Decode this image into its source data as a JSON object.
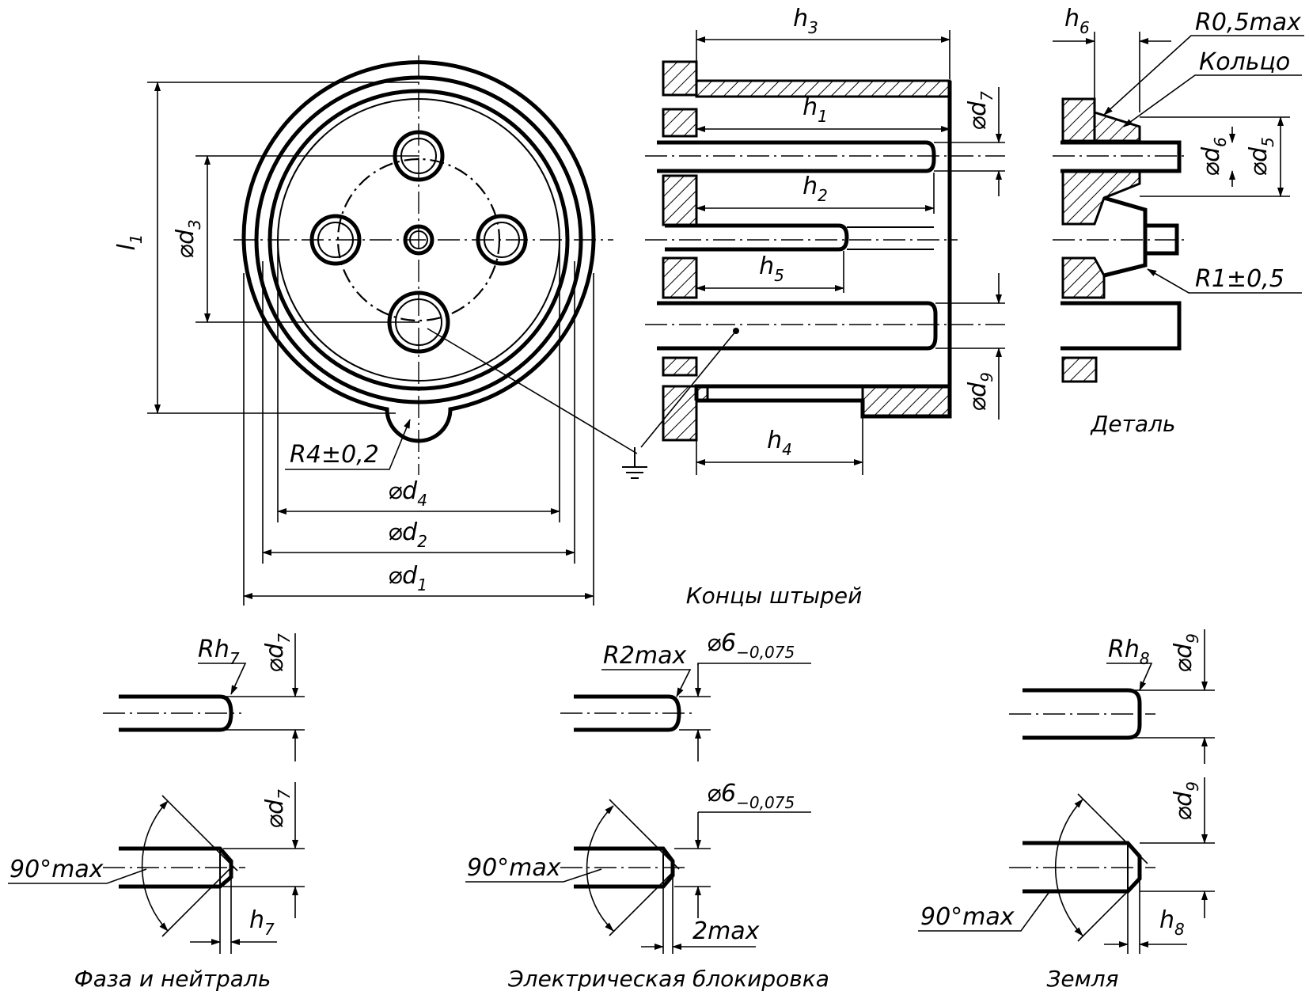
{
  "labels": {
    "h1": "h",
    "h1_sub": "1",
    "h2": "h",
    "h2_sub": "2",
    "h3": "h",
    "h3_sub": "3",
    "h4": "h",
    "h4_sub": "4",
    "h5": "h",
    "h5_sub": "5",
    "h6": "h",
    "h6_sub": "6",
    "h7": "h",
    "h7_sub": "7",
    "h8": "h",
    "h8_sub": "8",
    "l1": "l",
    "l1_sub": "1",
    "d1": "⌀d",
    "d1_sub": "1",
    "d2": "⌀d",
    "d2_sub": "2",
    "d3": "⌀d",
    "d3_sub": "3",
    "d4": "⌀d",
    "d4_sub": "4",
    "d5": "⌀d",
    "d5_sub": "5",
    "d6": "⌀d",
    "d6_sub": "6",
    "d7": "⌀d",
    "d7_sub": "7",
    "d9": "⌀d",
    "d9_sub": "9",
    "r4": "R4±0,2",
    "r05": "R0,5max",
    "ring": "Кольцо",
    "r1": "R1±0,5",
    "rh7": "Rh",
    "rh7_sub": "7",
    "rh8": "Rh",
    "rh8_sub": "8",
    "r2max": "R2max",
    "phi6": "⌀6",
    "phi6_sub": "−0,075",
    "max90": "90°max",
    "max2": "2max"
  },
  "captions": {
    "detail": "Деталь",
    "pin_ends": "Концы штырей",
    "phase_neutral": "Фаза и нейтраль",
    "interlock": "Электрическая блокировка",
    "earth": "Земля"
  }
}
